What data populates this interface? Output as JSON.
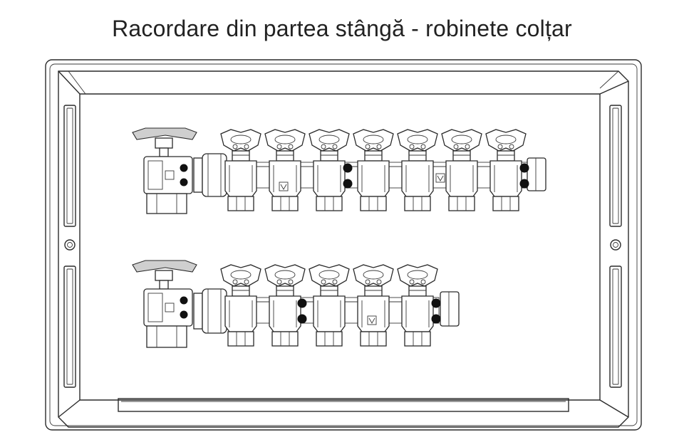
{
  "title": "Racordare din partea stângă - robinete colțar",
  "manifolds": [
    {
      "name": "upper",
      "outlets": 7
    },
    {
      "name": "lower",
      "outlets": 5
    }
  ]
}
